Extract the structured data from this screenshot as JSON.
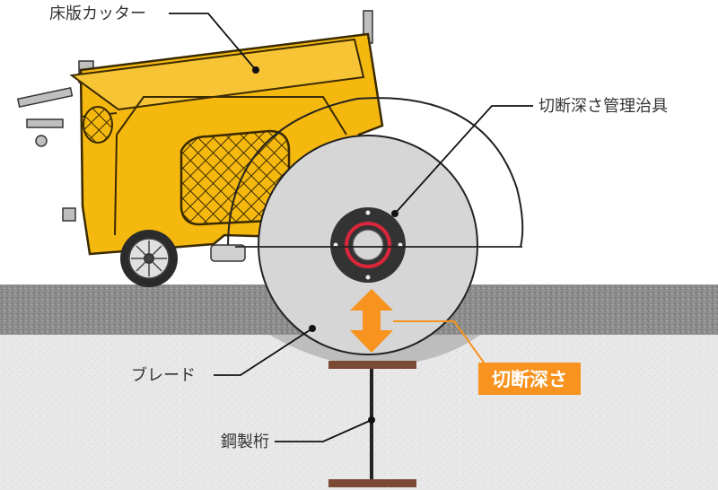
{
  "labels": {
    "cutter": "床版カッター",
    "jig": "切断深さ管理治具",
    "blade": "ブレード",
    "girder": "鋼製桁",
    "depth": "切断深さ"
  },
  "colors": {
    "machine_body": "#f5b80f",
    "machine_outline": "#3a2a00",
    "blade_gray": "#d6d6d6",
    "pavement": "#8c8c8c",
    "slab": "#e6e6e6",
    "accent_orange": "#f7931e",
    "girder_brown": "#7a4a35",
    "flange_red": "#d9263a"
  }
}
